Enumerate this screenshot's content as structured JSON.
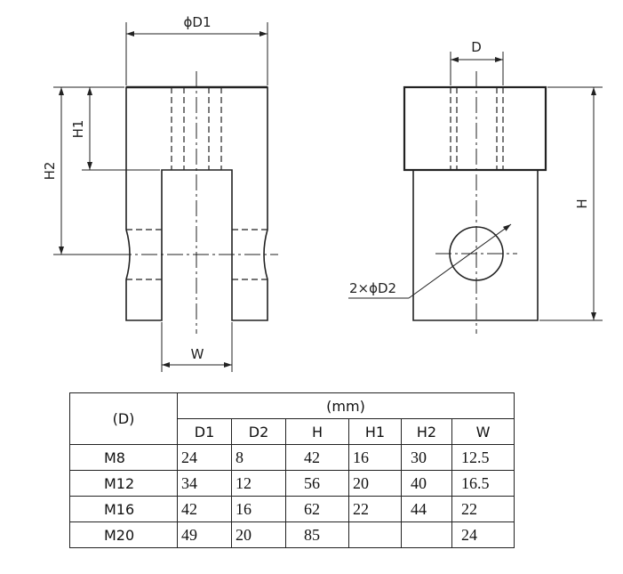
{
  "drawing": {
    "dim_od1": "ϕD1",
    "dim_h1": "H1",
    "dim_h2": "H2",
    "dim_w": "W",
    "dim_d": "D",
    "dim_h": "H",
    "dim_hole": "2×ϕD2"
  },
  "table": {
    "row_label_header": "(D)",
    "unit_header": "(mm)",
    "columns": [
      "D1",
      "D2",
      "H",
      "H1",
      "H2",
      "W"
    ],
    "rows": [
      {
        "size": "M8",
        "values": [
          "24",
          "8",
          "42",
          "16",
          "30",
          "12.5"
        ]
      },
      {
        "size": "M12",
        "values": [
          "34",
          "12",
          "56",
          "20",
          "40",
          "16.5"
        ]
      },
      {
        "size": "M16",
        "values": [
          "42",
          "16",
          "62",
          "22",
          "44",
          "22"
        ]
      },
      {
        "size": "M20",
        "values": [
          "49",
          "20",
          "85",
          "",
          "",
          "24"
        ]
      }
    ]
  }
}
